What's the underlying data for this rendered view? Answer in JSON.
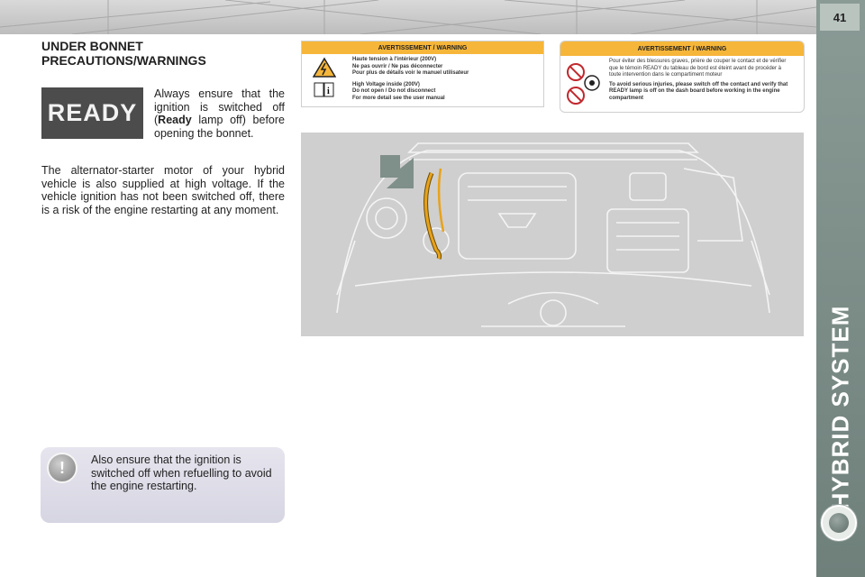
{
  "page_number": "41",
  "section_title": "HYBRID SYSTEM",
  "heading": "UNDER BONNET PRECAUTIONS/WARNINGS",
  "ready_image_text": "READY",
  "para1": {
    "before": "Always ensure that the ignition is switched off (",
    "bold": "Ready",
    "after": " lamp off) before opening the bonnet."
  },
  "para2": "The alternator-starter motor of your hybrid vehicle is also supplied at high voltage. If the vehicle ignition has not been switched off, there is a risk of the engine restarting at any moment.",
  "label1": {
    "title": "AVERTISSEMENT / WARNING",
    "lines": [
      "Haute tension à l'intérieur (200V)",
      "Ne pas ouvrir / Ne pas déconnecter",
      "Pour plus de détails voir le manuel utilisateur",
      "High Voltage inside (200V)",
      "Do not open / Do not disconnect",
      "For more detail see the user manual"
    ]
  },
  "label2": {
    "title": "AVERTISSEMENT / WARNING",
    "fr": "Pour éviter des blessures graves, prière de couper le contact et de vérifier que le témoin READY du tableau de bord est éteint avant de procéder à toute intervention dans le compartiment moteur",
    "en": "To avoid serious injuries, please switch off the contact and verify that READY lamp is off on the dash board before working in the engine compartment"
  },
  "note": "Also ensure that the ignition is switched off when refuelling to avoid the engine restarting.",
  "colors": {
    "sidebar": "#7b8b86",
    "warning_label": "#f6b63a",
    "cable": "#e8a21a",
    "note_box": "#dedde9"
  }
}
